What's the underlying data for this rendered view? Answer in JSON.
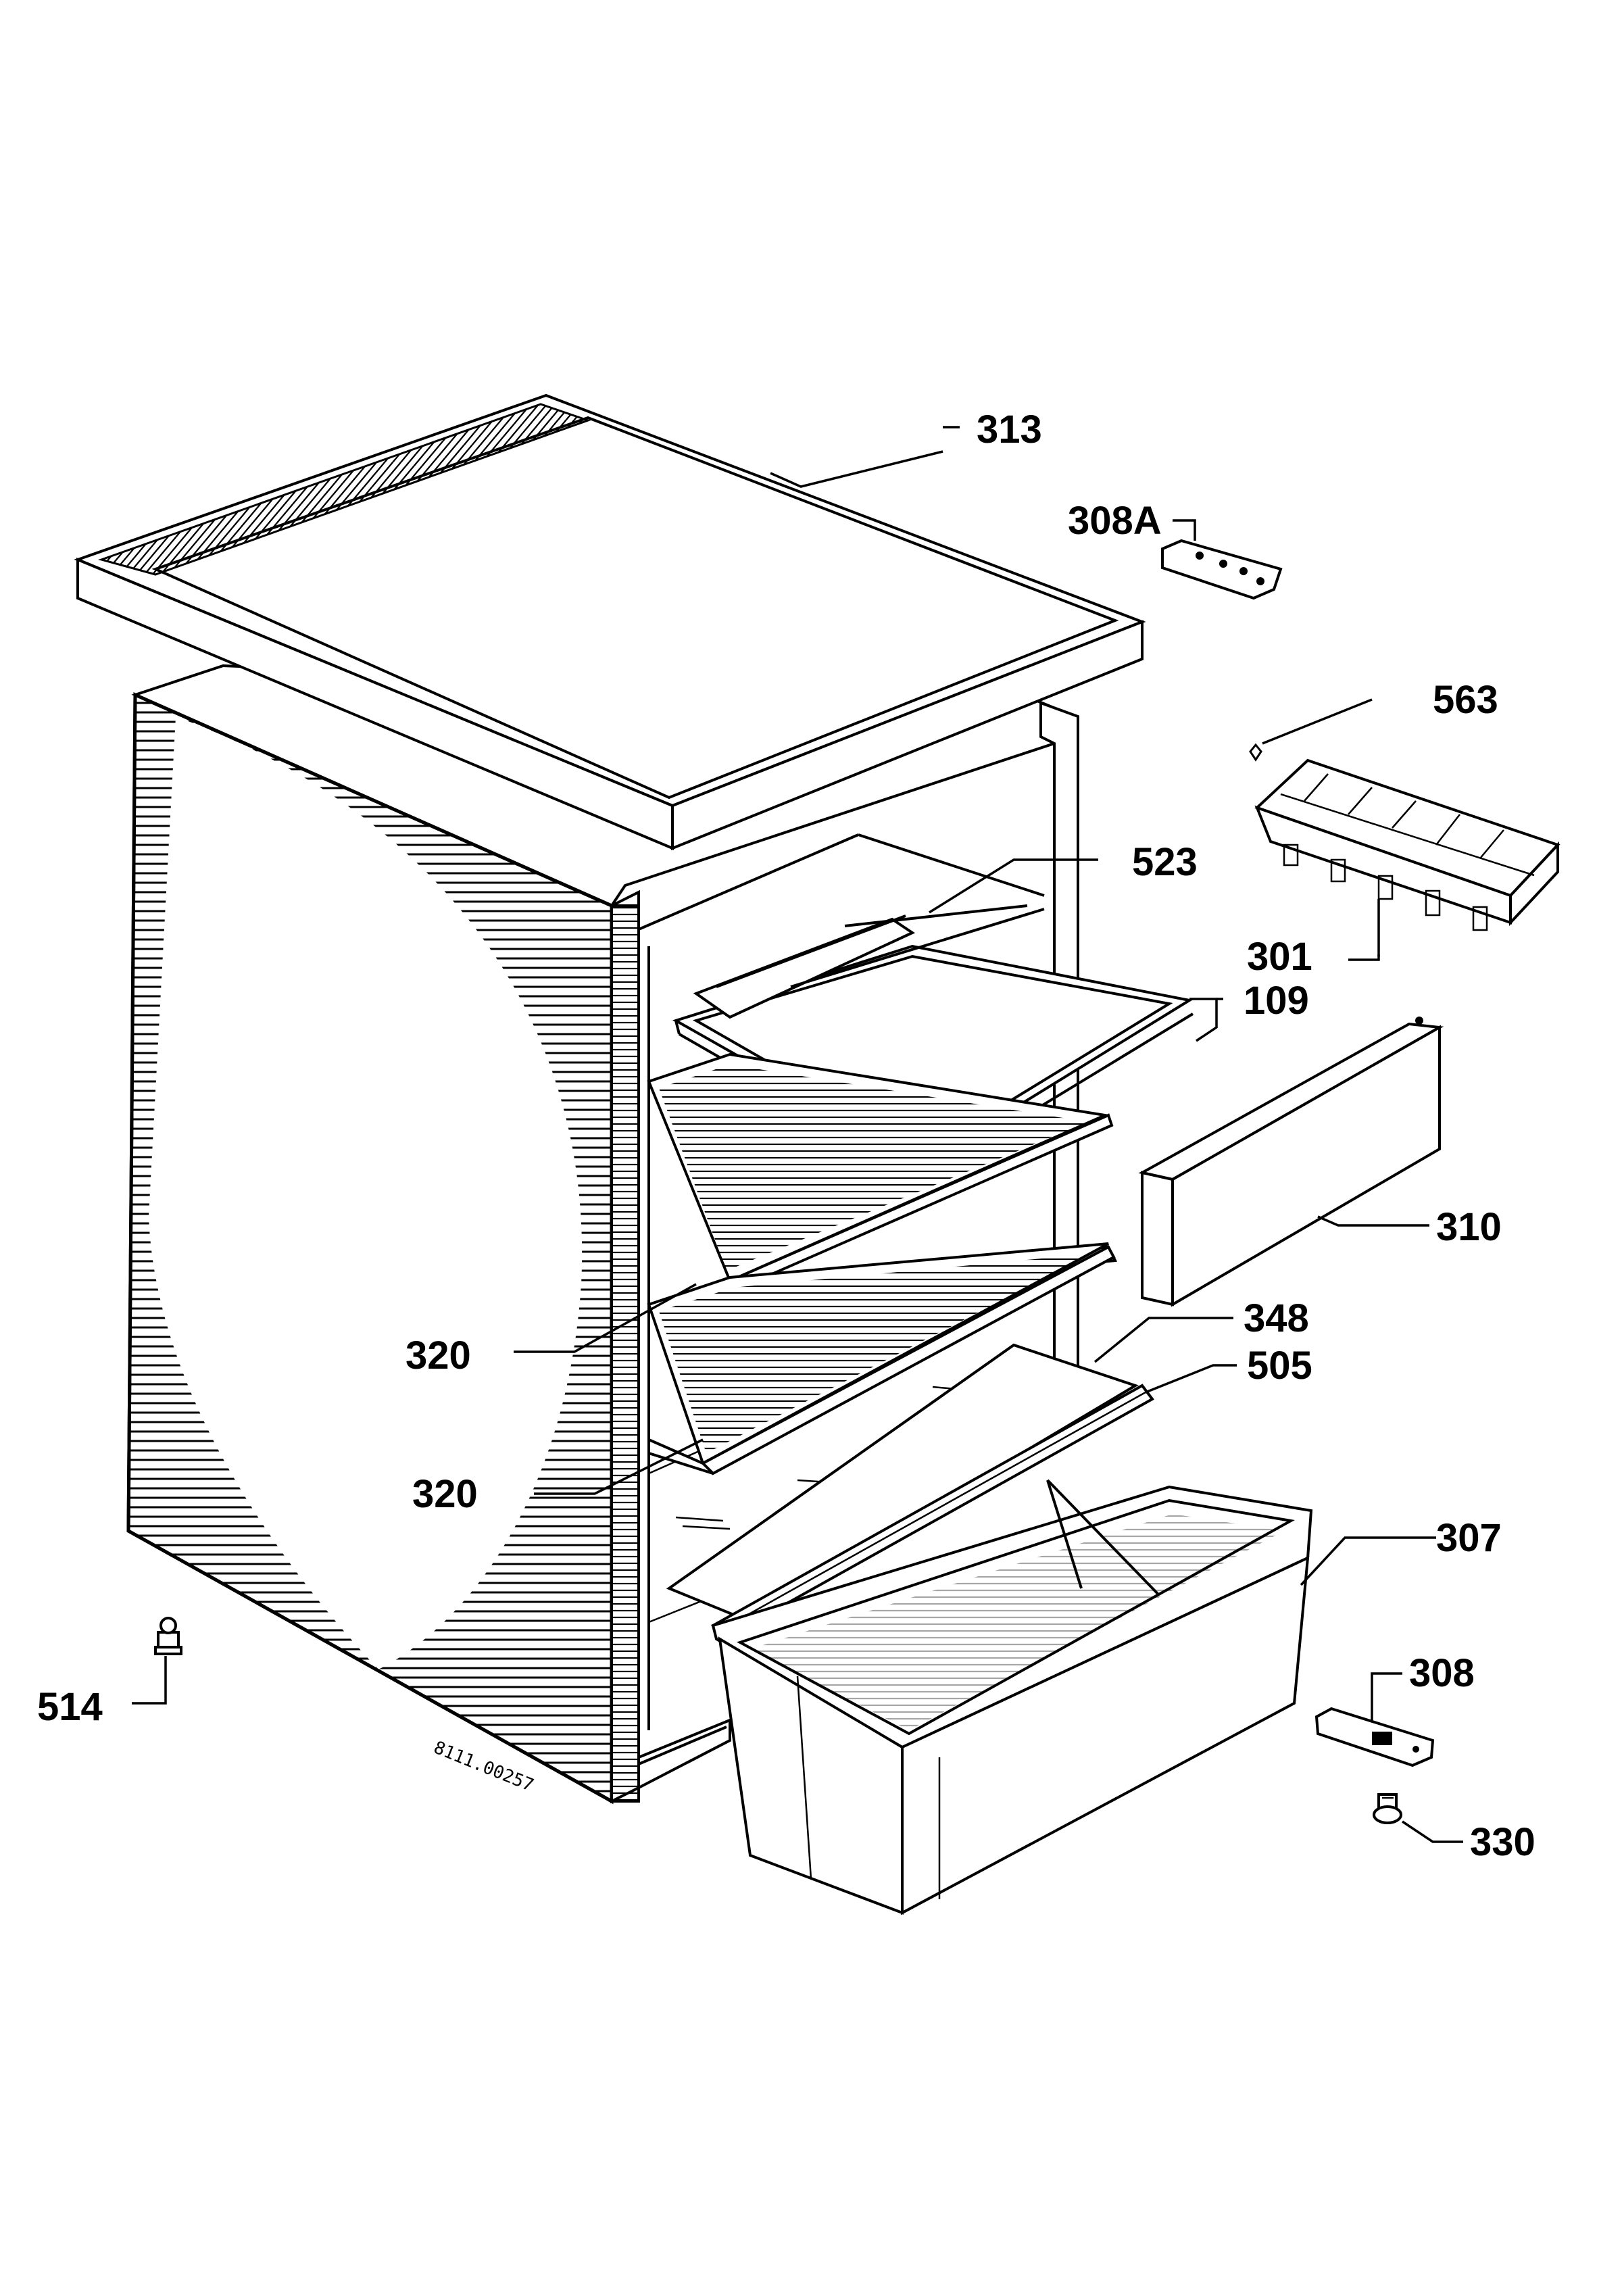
{
  "diagram": {
    "drawing_code": "8111.00257",
    "parts": [
      {
        "id": "313",
        "label": "313"
      },
      {
        "id": "308a",
        "label": "308A"
      },
      {
        "id": "563",
        "label": "563"
      },
      {
        "id": "523",
        "label": "523"
      },
      {
        "id": "301",
        "label": "301"
      },
      {
        "id": "109",
        "label": "109"
      },
      {
        "id": "310",
        "label": "310"
      },
      {
        "id": "320a",
        "label": "320"
      },
      {
        "id": "348",
        "label": "348"
      },
      {
        "id": "505",
        "label": "505"
      },
      {
        "id": "320b",
        "label": "320"
      },
      {
        "id": "307",
        "label": "307"
      },
      {
        "id": "308",
        "label": "308"
      },
      {
        "id": "514",
        "label": "514"
      },
      {
        "id": "330",
        "label": "330"
      }
    ]
  },
  "colors": {
    "ink": "#000000",
    "paper": "#ffffff"
  }
}
